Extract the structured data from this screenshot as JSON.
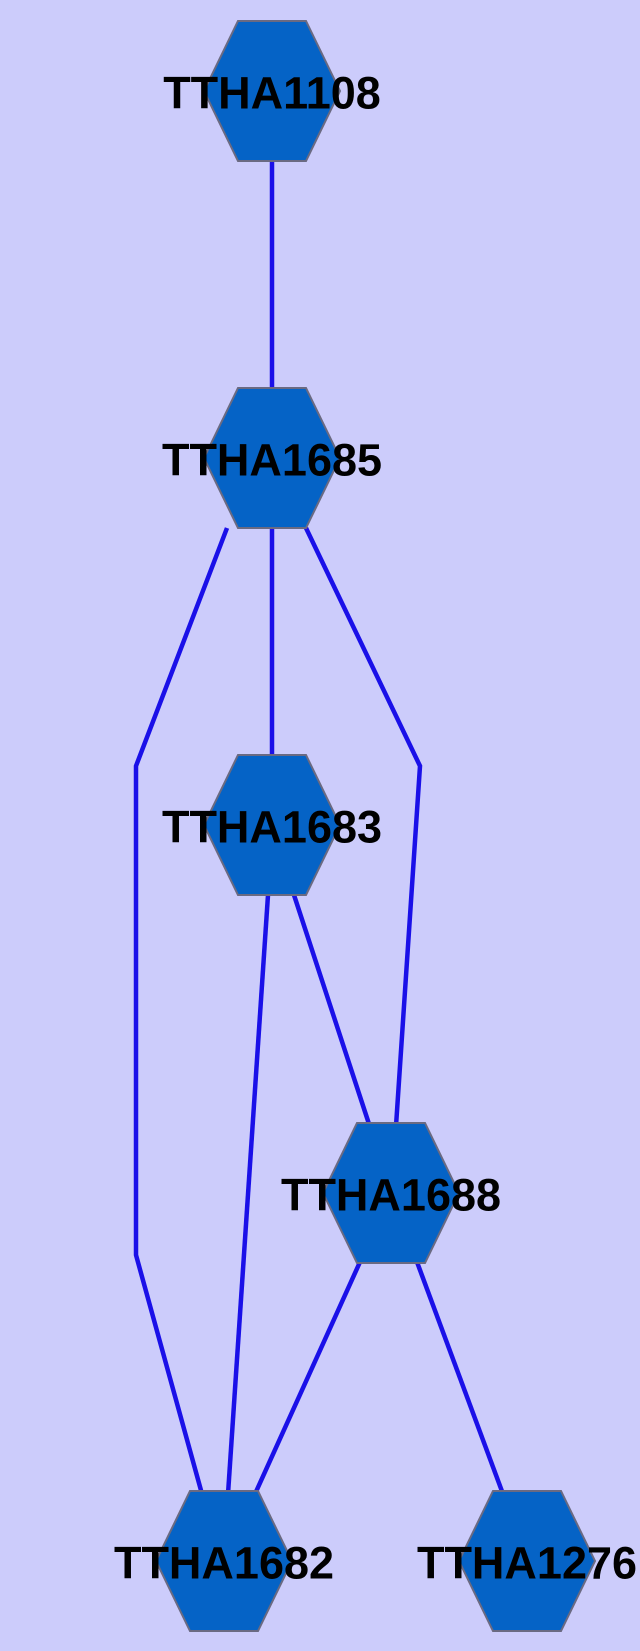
{
  "network": {
    "nodes": [
      {
        "id": "TTHA1108",
        "label": "TTHA1108"
      },
      {
        "id": "TTHA1685",
        "label": "TTHA1685"
      },
      {
        "id": "TTHA1683",
        "label": "TTHA1683"
      },
      {
        "id": "TTHA1688",
        "label": "TTHA1688"
      },
      {
        "id": "TTHA1682",
        "label": "TTHA1682"
      },
      {
        "id": "TTHA1276",
        "label": "TTHA1276"
      }
    ],
    "edges": [
      {
        "from": "TTHA1108",
        "to": "TTHA1685"
      },
      {
        "from": "TTHA1685",
        "to": "TTHA1683"
      },
      {
        "from": "TTHA1685",
        "to": "TTHA1682"
      },
      {
        "from": "TTHA1685",
        "to": "TTHA1688"
      },
      {
        "from": "TTHA1683",
        "to": "TTHA1682"
      },
      {
        "from": "TTHA1683",
        "to": "TTHA1688"
      },
      {
        "from": "TTHA1688",
        "to": "TTHA1682"
      },
      {
        "from": "TTHA1688",
        "to": "TTHA1276"
      }
    ],
    "colors": {
      "background": "#ccccfb",
      "node_fill": "#0563c6",
      "edge": "#1a10e8",
      "label": "#000000"
    }
  }
}
